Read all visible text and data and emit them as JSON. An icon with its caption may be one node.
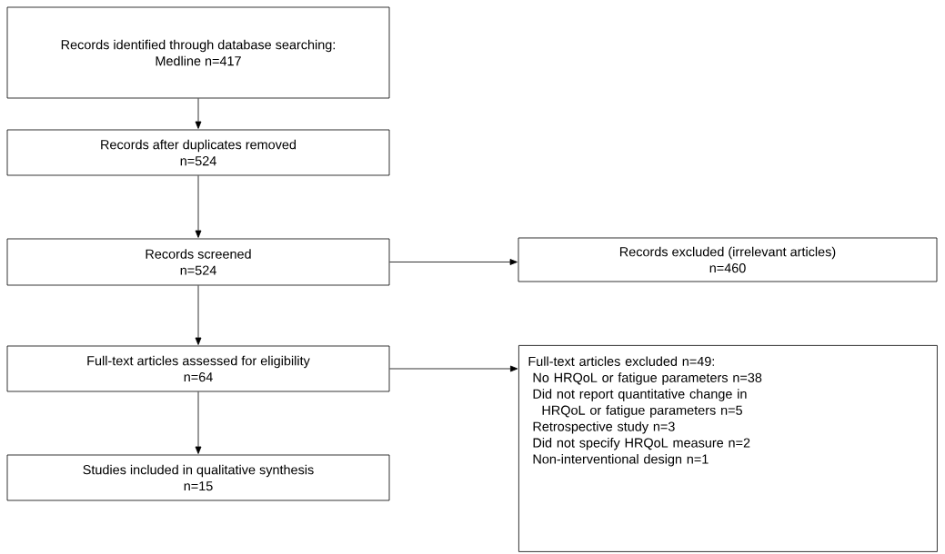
{
  "diagram": {
    "nodes": [
      {
        "text": [
          "Records identified through database searching:",
          "Medline n=417"
        ]
      },
      {
        "text": [
          "Records after duplicates removed",
          "n=524"
        ]
      },
      {
        "text": [
          "Records screened",
          "n=524"
        ]
      },
      {
        "text": [
          "Records excluded (irrelevant articles)",
          "n=460"
        ]
      },
      {
        "text": [
          "Full-text articles assessed for eligibility",
          "n=64"
        ]
      },
      {
        "text": [
          "Studies included in qualitative synthesis",
          "n=15"
        ]
      },
      {
        "text": [
          "Full-text articles excluded n=49:",
          "No HRQoL or fatigue parameters n=38",
          "Did not report quantitative change in HRQoL or fatigue parameters n=5",
          "Retrospective study n=3",
          "Did not specify HRQoL measure n=2",
          "Non-interventional design n=1"
        ]
      }
    ],
    "edges": [
      {
        "from": 0,
        "to": 1,
        "arrow": "to"
      },
      {
        "from": 1,
        "to": 2,
        "arrow": "to"
      },
      {
        "from": 2,
        "to": 3,
        "arrow": "to"
      },
      {
        "from": 2,
        "to": 4,
        "arrow": "to"
      },
      {
        "from": 4,
        "to": 6,
        "arrow": "to"
      },
      {
        "from": 4,
        "to": 5,
        "arrow": "to"
      }
    ]
  }
}
